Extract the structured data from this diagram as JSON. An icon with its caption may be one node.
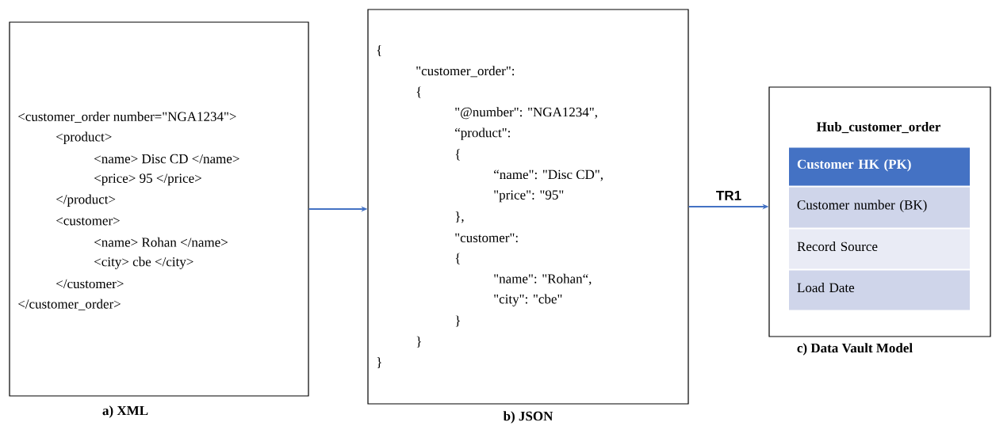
{
  "diagram": {
    "nodes": [
      {
        "text": [
          "<customer_order number=\"NGA1234\">",
          "<product>",
          "<name> Disc CD </name>",
          "<price> 95 </price>",
          "</product>",
          "<customer>",
          "<name> Rohan </name>",
          "<city> cbe </city>",
          "</customer>",
          "</customer_order>"
        ],
        "beside": [
          "a) XML"
        ]
      },
      {
        "text": [
          "{",
          "\"customer_order\":",
          "{",
          "\"@number\": \"NGA1234\",",
          "“product\":",
          "{",
          "“name\": \"Disc CD\",",
          "\"price\": \"95\"",
          "},",
          "\"customer\":",
          "{",
          "\"name\": \"Rohan“,",
          "\"city\": \"cbe\"",
          "}",
          "}",
          "}"
        ],
        "beside": [
          "b) JSON"
        ]
      },
      {
        "text": [
          "Hub_customer_order"
        ],
        "beside": [
          "c) Data Vault Model"
        ]
      },
      {
        "text": [
          "Customer HK (PK)"
        ],
        "in": 2
      },
      {
        "text": [
          "Customer number (BK)"
        ],
        "in": 2
      },
      {
        "text": [
          "Record Source"
        ],
        "in": 2
      },
      {
        "text": [
          "Load Date"
        ],
        "in": 2
      }
    ],
    "edges": [
      {
        "from": 0,
        "to": 1,
        "arrow": "to"
      },
      {
        "from": 1,
        "to": 2,
        "arrow": "to",
        "label": "TR1"
      }
    ]
  }
}
